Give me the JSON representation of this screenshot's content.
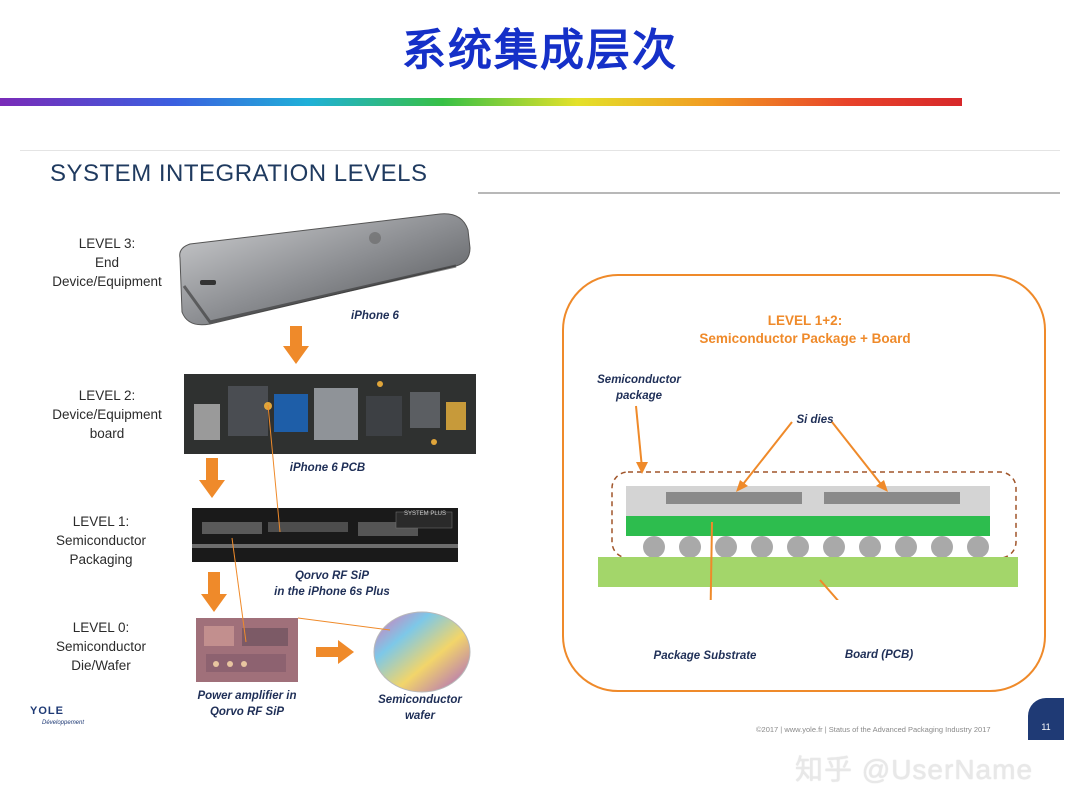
{
  "header": {
    "cn_title": "系统集成层次"
  },
  "slide": {
    "title": "SYSTEM INTEGRATION LEVELS",
    "levels": [
      {
        "label": "LEVEL 3:\nEnd\nDevice/Equipment"
      },
      {
        "label": "LEVEL 2:\nDevice/Equipment\nboard"
      },
      {
        "label": "LEVEL 1:\nSemiconductor\nPackaging"
      },
      {
        "label": "LEVEL 0:\nSemiconductor\nDie/Wafer"
      }
    ],
    "captions": {
      "iphone": "iPhone 6",
      "pcb": "iPhone 6 PCB",
      "sip": "Qorvo RF SiP\nin the iPhone 6s Plus",
      "amp": "Power amplifier in\nQorvo RF SiP",
      "wafer": "Semiconductor\nwafer"
    },
    "sip_logo": "SYSTEM PLUS",
    "diagram": {
      "title": "LEVEL 1+2:\nSemiconductor Package + Board",
      "semi_pkg": "Semiconductor\npackage",
      "si_dies": "Si dies",
      "pkg_substrate": "Package Substrate",
      "board": "Board (PCB)"
    },
    "logo": {
      "name": "YOLE",
      "sub": "Développement"
    },
    "footer": "©2017 | www.yole.fr | Status of the Advanced Packaging Industry 2017",
    "page_number": "11"
  },
  "watermark": "知乎 @UserName",
  "colors": {
    "title_blue": "#1530c8",
    "accent_orange": "#ef8a2a",
    "navy": "#1f3a5f",
    "green": "#2dbd4e"
  }
}
